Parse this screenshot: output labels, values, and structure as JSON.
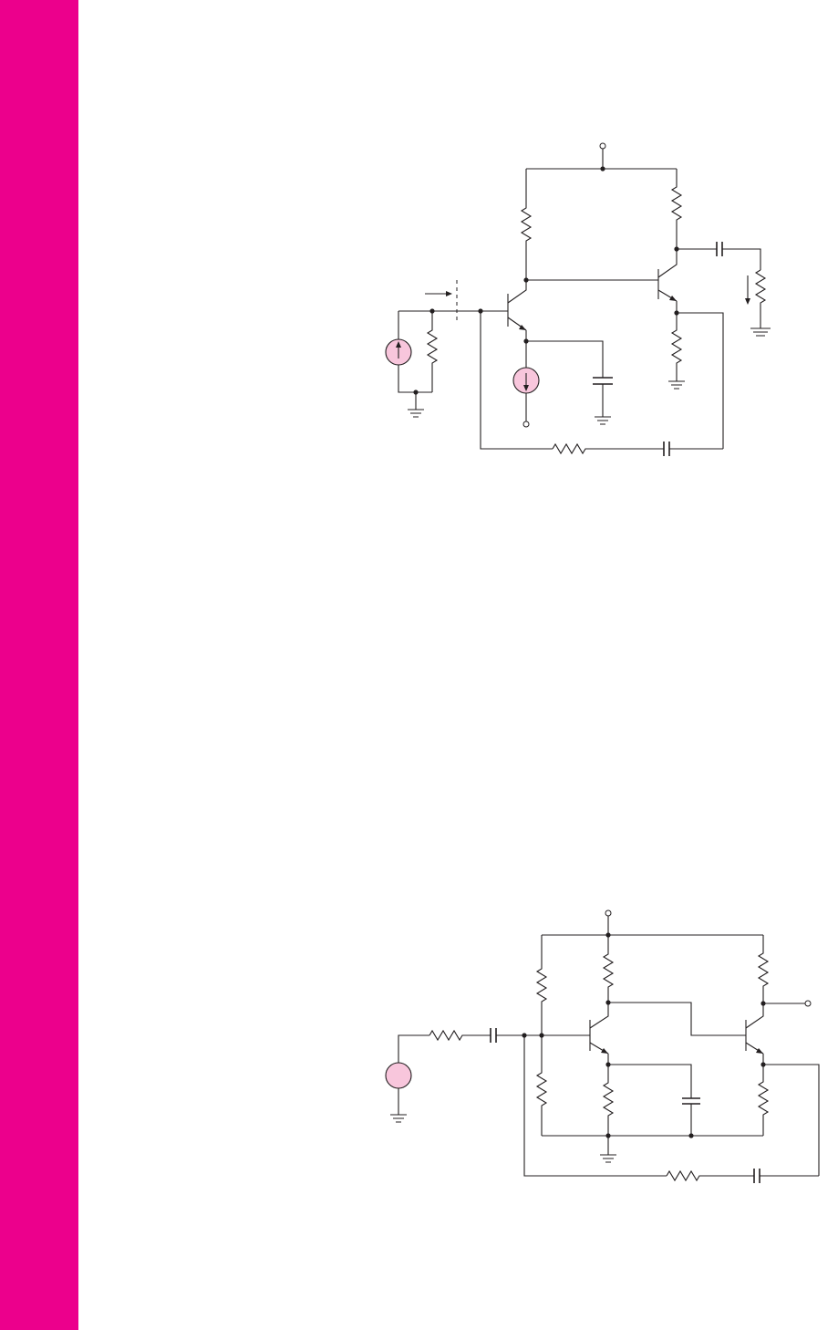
{
  "page": {
    "sidebar_color": "#ec008c",
    "background": "#ffffff"
  },
  "colors": {
    "wire": "#231f20",
    "source_fill": "#f8c6dc"
  },
  "figures": [
    {
      "name": "feedback-amplifier-shunt-input",
      "components": [
        "current-source-input",
        "source-resistor",
        "transistor-q1",
        "transistor-q2",
        "collector-resistor-q1",
        "collector-resistor-q2",
        "emitter-resistor-q2",
        "bias-current-source",
        "bypass-capacitor",
        "coupling-capacitor-out",
        "load-resistor",
        "feedback-resistor",
        "feedback-capacitor"
      ]
    },
    {
      "name": "feedback-amplifier-voltage-source",
      "components": [
        "voltage-source-input",
        "source-resistor",
        "input-coupling-capacitor",
        "bias-resistor-top",
        "bias-resistor-bottom",
        "transistor-q1",
        "transistor-q2",
        "collector-resistor-q1",
        "collector-resistor-q2",
        "emitter-resistor-q1",
        "emitter-resistor-q2",
        "bypass-capacitor",
        "feedback-resistor",
        "feedback-capacitor"
      ]
    }
  ]
}
